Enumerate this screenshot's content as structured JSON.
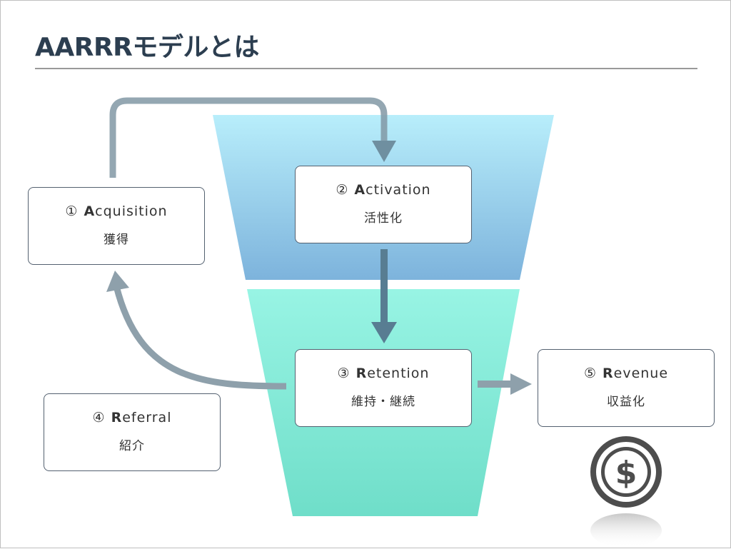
{
  "title": "AARRRモデルとは",
  "stages": {
    "acquisition": {
      "num": "①",
      "initial": "A",
      "rest": "cquisition",
      "jp": "獲得"
    },
    "activation": {
      "num": "②",
      "initial": "A",
      "rest": "ctivation",
      "jp": "活性化"
    },
    "retention": {
      "num": "③",
      "initial": "R",
      "rest": "etention",
      "jp": "維持・継続"
    },
    "referral": {
      "num": "④",
      "initial": "R",
      "rest": "eferral",
      "jp": "紹介"
    },
    "revenue": {
      "num": "⑤",
      "initial": "R",
      "rest": "evenue",
      "jp": "収益化"
    }
  },
  "icons": {
    "revenue": "dollar-coin-icon"
  },
  "colors": {
    "title": "#2c3e50",
    "arrow": "#7f95a3",
    "funnel_top": [
      "#b5ecfa",
      "#7fb6dd"
    ],
    "funnel_bottom": [
      "#93f2e2",
      "#72e0cc"
    ],
    "box_border": "#546170"
  }
}
